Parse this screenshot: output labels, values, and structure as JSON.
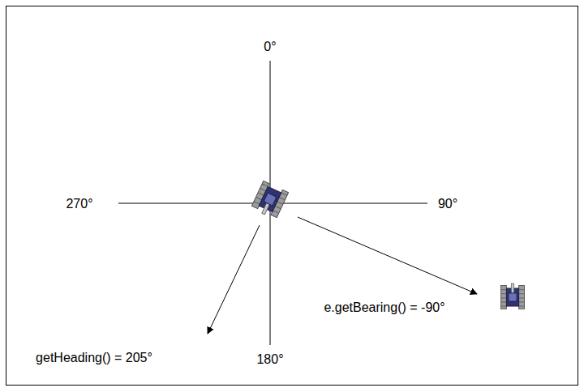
{
  "diagram": {
    "labels": [
      "0°",
      "270°",
      "90°",
      "e.getBearing() = -90°",
      "getHeading() = 205°",
      "180°"
    ]
  }
}
